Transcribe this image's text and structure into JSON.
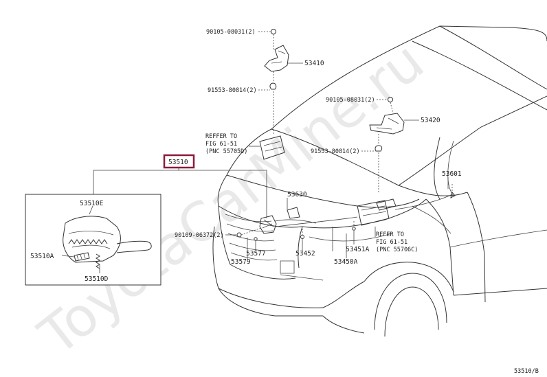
{
  "watermark": "ToyotaCarMine.ru",
  "diagram_code": "53510/B",
  "highlight_color": "#8b1a3a",
  "parts": {
    "bolt_top_1": "90105-08031(2)",
    "hinge_left": "53410",
    "nut_left": "91553-80814(2)",
    "bolt_top_2": "90105-08031(2)",
    "hinge_right": "53420",
    "nut_right": "91553-80814(2)",
    "stay": "53601",
    "refer_left_1": "REFFER TO",
    "refer_left_2": "FIG 61-51",
    "refer_left_3": "(PNC 55705D)",
    "hood_lock_assy": "53510",
    "cable": "53630",
    "bolt_lock": "90109-06372(2)",
    "lock_part_577": "53577",
    "lock_part_579": "53579",
    "lock_part_452": "53452",
    "lever_451a": "53451A",
    "lever_450a": "53450A",
    "refer_right_1": "REFER TO",
    "refer_right_2": "FIG 61-51",
    "refer_right_3": "(PNC 55706C)",
    "detail_510e": "53510E",
    "detail_510a": "53510A",
    "detail_510d": "53510D"
  }
}
